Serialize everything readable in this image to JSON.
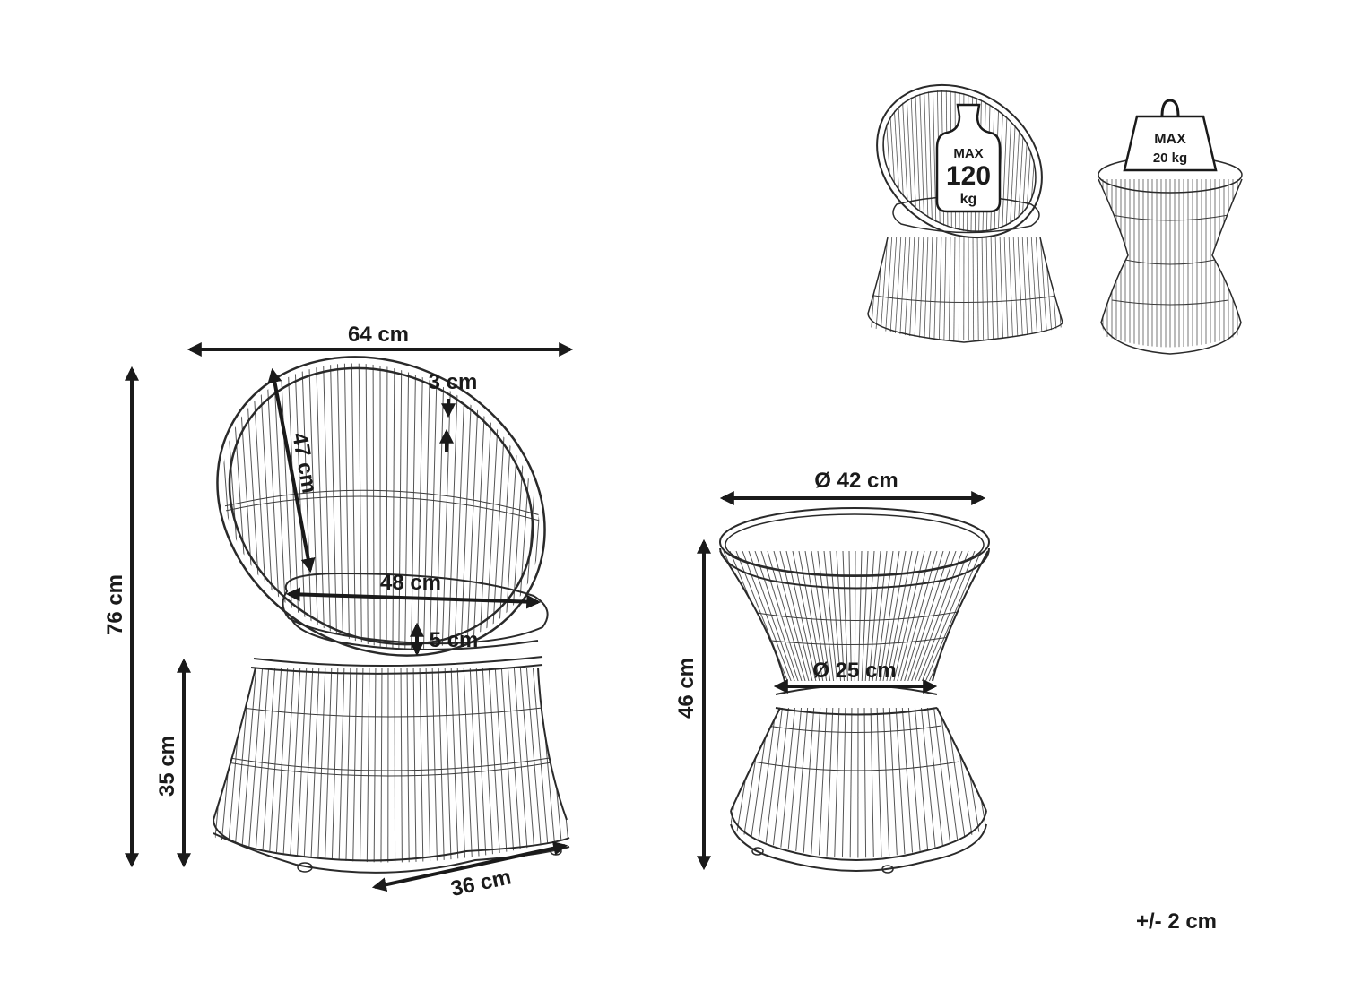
{
  "dimensions": {
    "chair_width": "64 cm",
    "chair_height": "76 cm",
    "seat_height": "35 cm",
    "backrest_height": "47 cm",
    "frame_thickness": "3 cm",
    "seat_width": "48 cm",
    "cushion_thickness": "5 cm",
    "base_depth": "36 cm",
    "table_diameter": "Ø 42 cm",
    "table_height": "46 cm",
    "table_waist_diameter": "Ø 25 cm"
  },
  "load_badges": {
    "chair": {
      "max": "MAX",
      "value": "120",
      "unit": "kg"
    },
    "table": {
      "max": "MAX",
      "value": "20 kg"
    }
  },
  "tolerance": "+/- 2 cm"
}
